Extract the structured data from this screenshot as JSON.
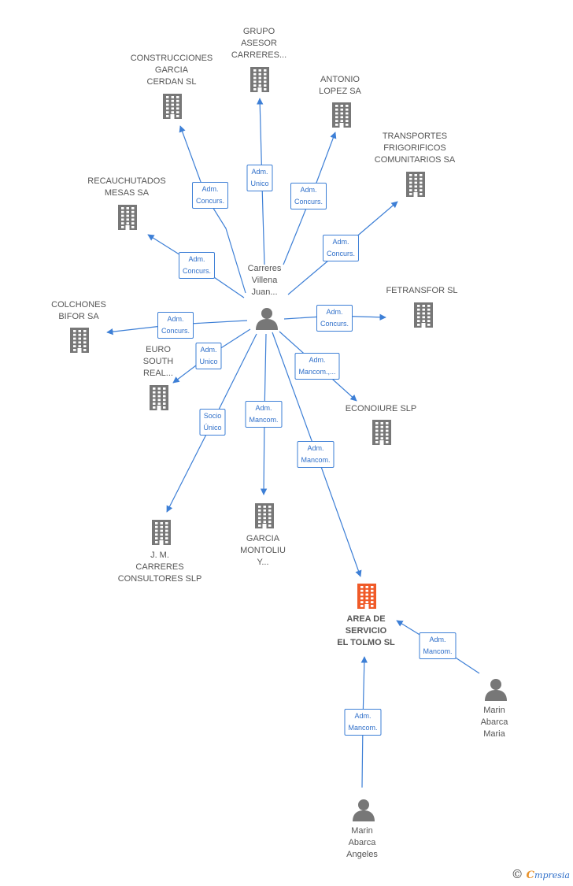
{
  "colors": {
    "edge": "#3d7fd6",
    "node": "#777777",
    "highlight": "#f05a28"
  },
  "icons": {
    "company": "building-icon",
    "person": "person-icon"
  },
  "center": {
    "name": [
      "Carreres",
      "Villena",
      "Juan..."
    ]
  },
  "nodes": [
    {
      "id": "construcciones",
      "type": "company",
      "label": [
        "CONSTRUCCIONES",
        "GARCIA",
        "CERDAN SL"
      ]
    },
    {
      "id": "grupo-asesor",
      "type": "company",
      "label": [
        "GRUPO",
        "ASESOR",
        "CARRERES..."
      ]
    },
    {
      "id": "antonio-lopez",
      "type": "company",
      "label": [
        "ANTONIO",
        "LOPEZ SA"
      ]
    },
    {
      "id": "transportes",
      "type": "company",
      "label": [
        "TRANSPORTES",
        "FRIGORIFICOS",
        "COMUNITARIOS SA"
      ]
    },
    {
      "id": "recauchutados",
      "type": "company",
      "label": [
        "RECAUCHUTADOS",
        "MESAS SA"
      ]
    },
    {
      "id": "fetransfor",
      "type": "company",
      "label": [
        "FETRANSFOR SL"
      ]
    },
    {
      "id": "colchones",
      "type": "company",
      "label": [
        "COLCHONES",
        "BIFOR SA"
      ]
    },
    {
      "id": "euro-south",
      "type": "company",
      "label": [
        "EURO",
        "SOUTH",
        "REAL..."
      ]
    },
    {
      "id": "econoiure",
      "type": "company",
      "label": [
        "ECONOIURE SLP"
      ]
    },
    {
      "id": "jm-carreres",
      "type": "company",
      "label": [
        "J.  M.",
        "CARRERES",
        "CONSULTORES SLP"
      ]
    },
    {
      "id": "garcia-montoliu",
      "type": "company",
      "label": [
        "GARCIA",
        "MONTOLIU",
        "Y..."
      ]
    },
    {
      "id": "area-servicio",
      "type": "company",
      "highlight": true,
      "label": [
        "AREA DE",
        "SERVICIO",
        "EL TOLMO SL"
      ]
    },
    {
      "id": "marin-maria",
      "type": "person",
      "label": [
        "Marin",
        "Abarca",
        "Maria"
      ]
    },
    {
      "id": "marin-angeles",
      "type": "person",
      "label": [
        "Marin",
        "Abarca",
        "Angeles"
      ]
    }
  ],
  "edges": [
    {
      "from": "center",
      "to": "construcciones",
      "label": [
        "Adm.",
        "Concurs."
      ]
    },
    {
      "from": "center",
      "to": "grupo-asesor",
      "label": [
        "Adm.",
        "Unico"
      ]
    },
    {
      "from": "center",
      "to": "antonio-lopez",
      "label": [
        "Adm.",
        "Concurs."
      ]
    },
    {
      "from": "center",
      "to": "transportes",
      "label": [
        "Adm.",
        "Concurs."
      ]
    },
    {
      "from": "center",
      "to": "recauchutados",
      "label": [
        "Adm.",
        "Concurs."
      ]
    },
    {
      "from": "center",
      "to": "fetransfor",
      "label": [
        "Adm.",
        "Concurs."
      ]
    },
    {
      "from": "center",
      "to": "colchones",
      "label": [
        "Adm.",
        "Concurs."
      ]
    },
    {
      "from": "center",
      "to": "euro-south",
      "label": [
        "Adm.",
        "Unico"
      ]
    },
    {
      "from": "center",
      "to": "econoiure",
      "label": [
        "Adm.",
        "Mancom.,..."
      ]
    },
    {
      "from": "center",
      "to": "jm-carreres",
      "label": [
        "Socio",
        "Único"
      ]
    },
    {
      "from": "center",
      "to": "garcia-montoliu",
      "label": [
        "Adm.",
        "Mancom."
      ]
    },
    {
      "from": "center",
      "to": "area-servicio",
      "label": [
        "Adm.",
        "Mancom."
      ]
    },
    {
      "from": "marin-maria",
      "to": "area-servicio",
      "label": [
        "Adm.",
        "Mancom."
      ]
    },
    {
      "from": "marin-angeles",
      "to": "area-servicio",
      "label": [
        "Adm.",
        "Mancom."
      ]
    }
  ],
  "footer": {
    "copyright": "©",
    "brand_initial": "C",
    "brand_rest": "mpresia"
  }
}
